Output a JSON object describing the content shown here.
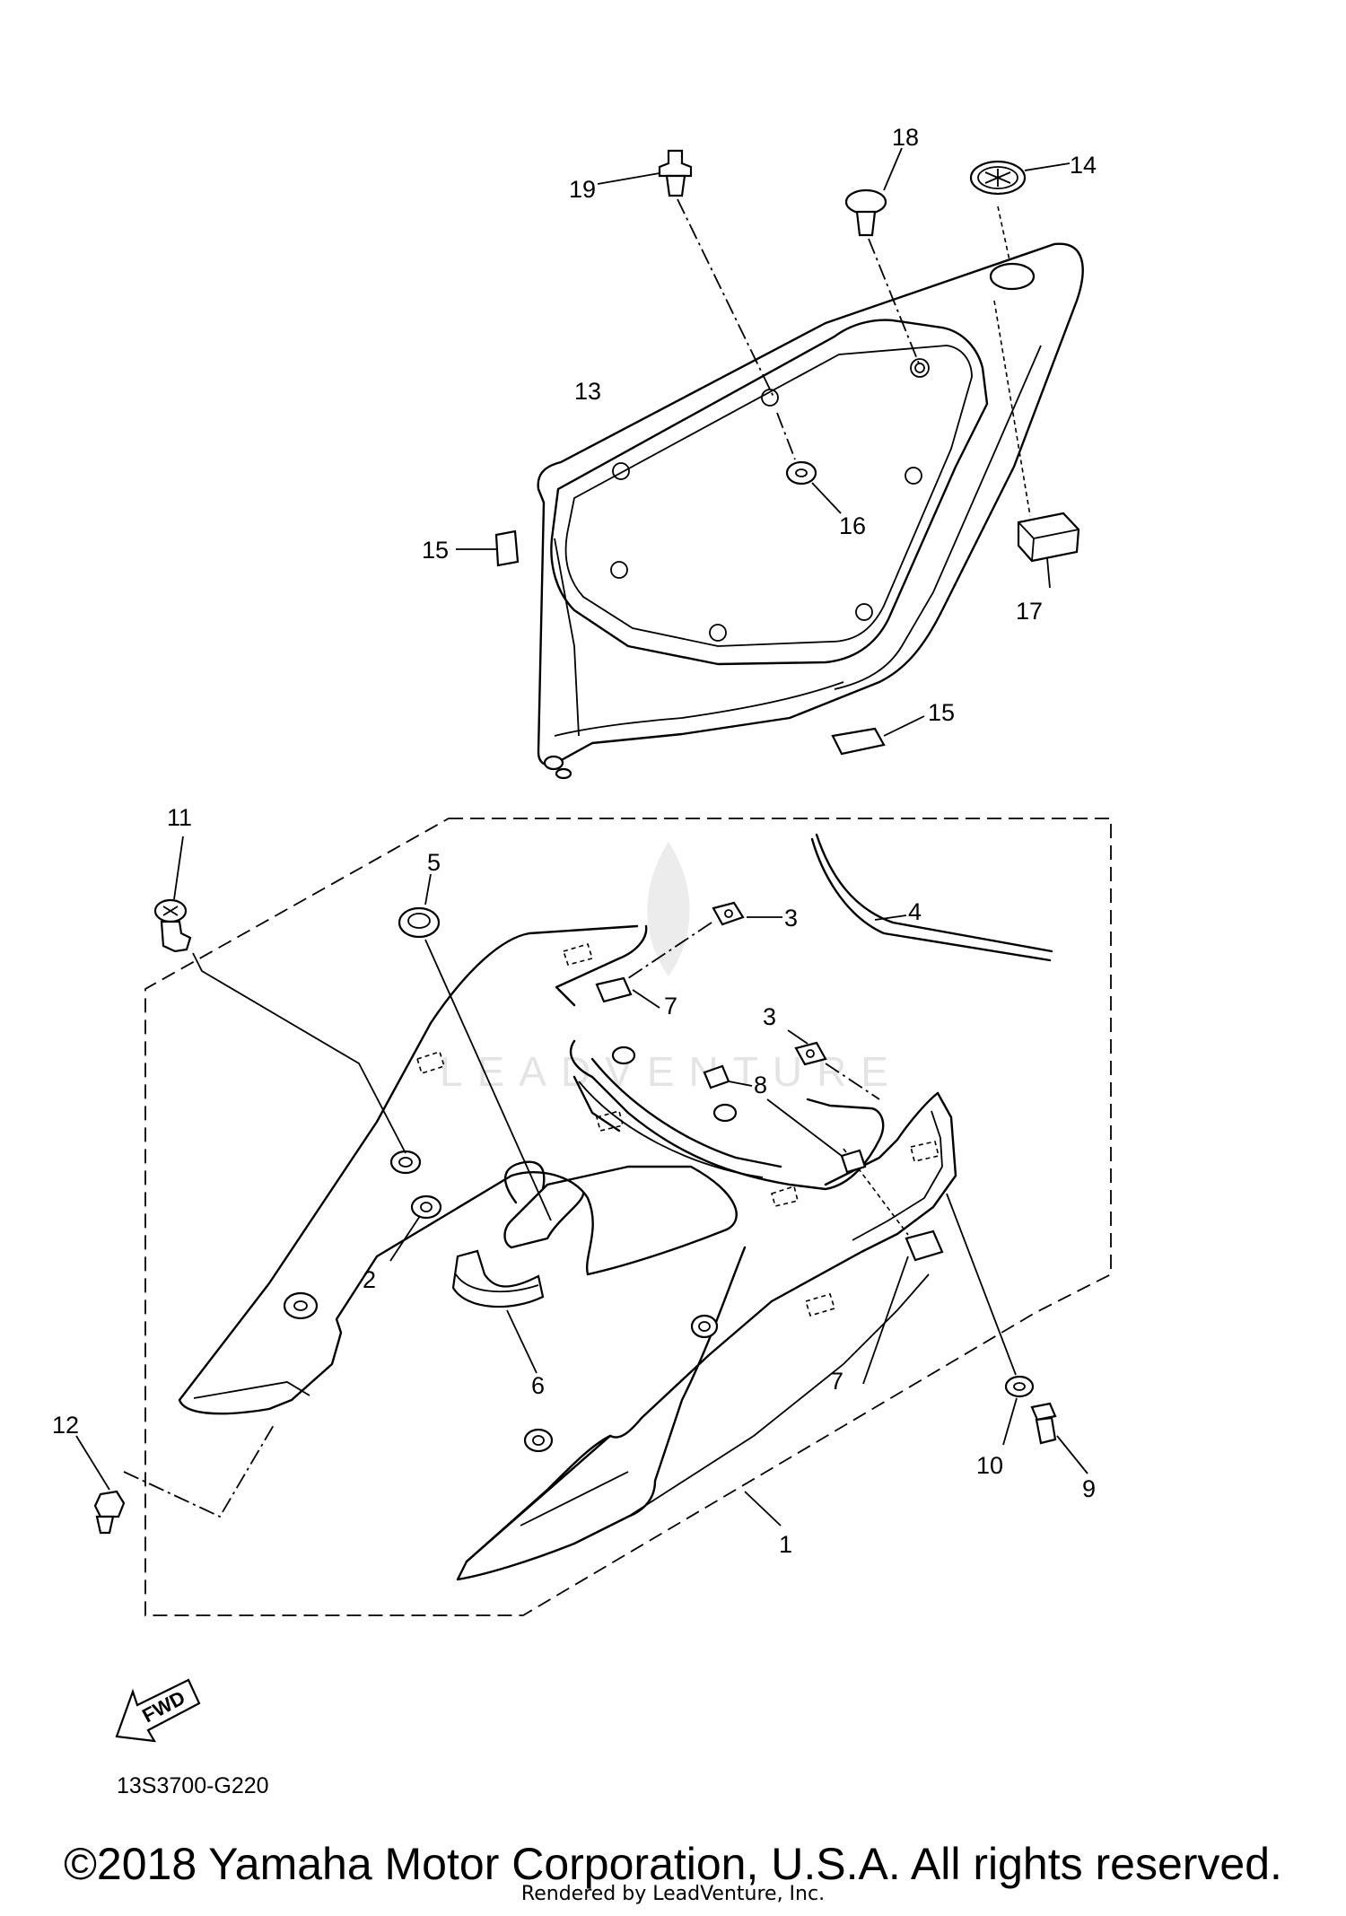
{
  "diagram": {
    "code": "13S3700-G220",
    "fwd_label": "FWD",
    "callouts": {
      "c1": "1",
      "c2": "2",
      "c3a": "3",
      "c3b": "3",
      "c4": "4",
      "c5": "5",
      "c6": "6",
      "c7a": "7",
      "c7b": "7",
      "c8": "8",
      "c9": "9",
      "c10": "10",
      "c11": "11",
      "c12": "12",
      "c13": "13",
      "c14": "14",
      "c15a": "15",
      "c15b": "15",
      "c16": "16",
      "c17": "17",
      "c18": "18",
      "c19": "19"
    }
  },
  "watermark": "LEADVENTURE",
  "footer": {
    "copyright": "©2018 Yamaha Motor Corporation, U.S.A. All rights reserved.",
    "rendered_by": "Rendered by LeadVenture, Inc."
  }
}
